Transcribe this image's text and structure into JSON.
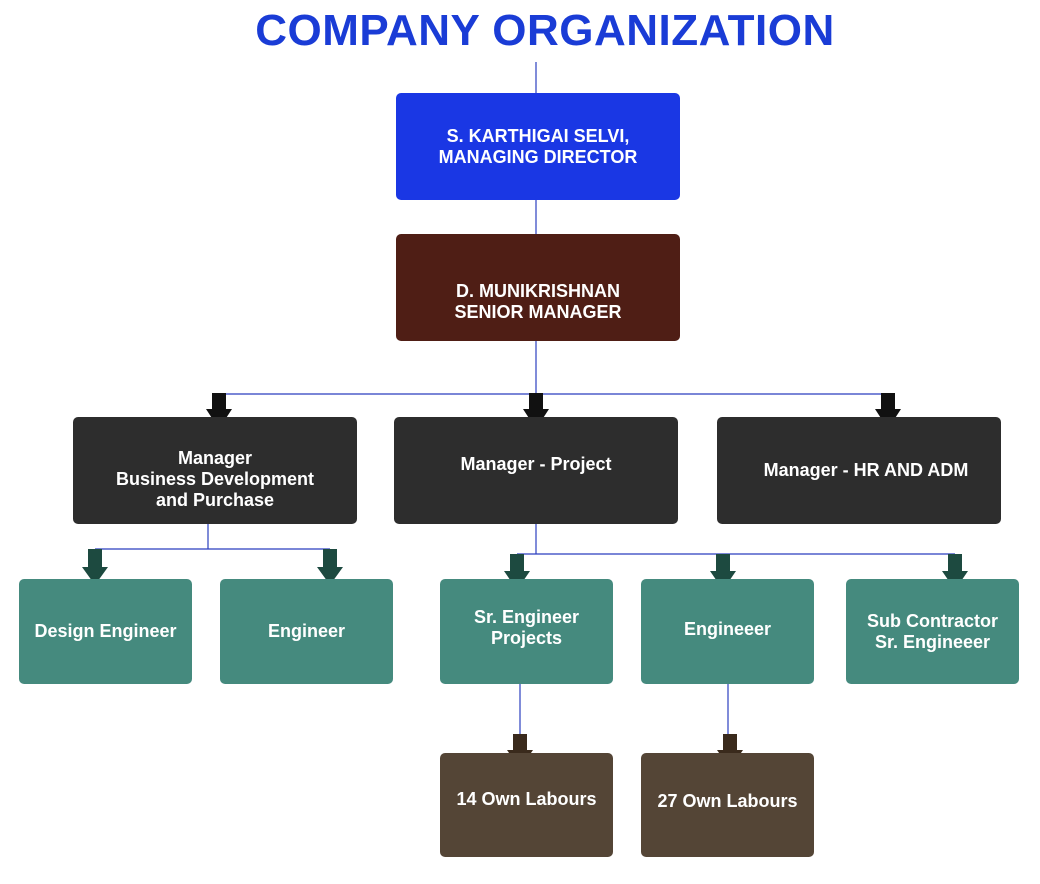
{
  "title": "COMPANY ORGANIZATION",
  "colors": {
    "title": "#1a3cd6",
    "director": "#1a37e4",
    "senior_manager": "#4f1e15",
    "manager": "#2d2d2d",
    "engineer": "#458a7e",
    "labour": "#544536",
    "connector": "#2a3fbf"
  },
  "nodes": {
    "director": "S. KARTHIGAI SELVI,\nMANAGING DIRECTOR",
    "senior_manager": "D. MUNIKRISHNAN\nSENIOR MANAGER",
    "manager_bd": "Manager\nBusiness Development\nand Purchase",
    "manager_project": "Manager - Project",
    "manager_hr": "Manager - HR AND ADM",
    "design_engineer": "Design Engineer",
    "engineer": "Engineer",
    "sr_engineer_projects": "Sr. Engineer\nProjects",
    "engineeer": "Engineeer",
    "sub_contractor": "Sub Contractor\nSr. Engineeer",
    "labours_14": "14 Own Labours",
    "labours_27": "27 Own Labours"
  }
}
